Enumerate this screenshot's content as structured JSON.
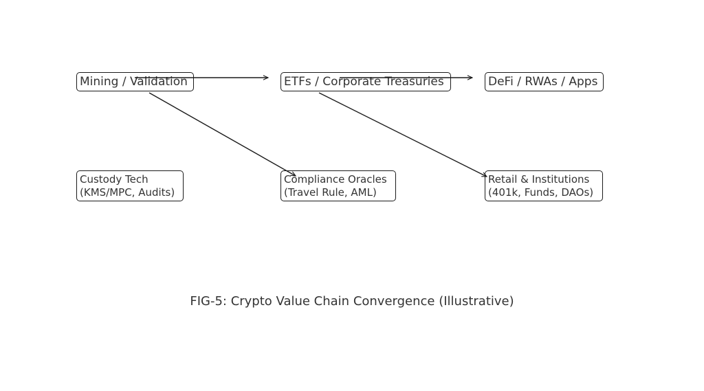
{
  "nodes": {
    "mining": {
      "label": "Mining / Validation"
    },
    "etfs": {
      "label": "ETFs / Corporate Treasuries"
    },
    "defi": {
      "label": "DeFi / RWAs / Apps"
    },
    "custody": {
      "line1": "Custody Tech",
      "line2": "(KMS/MPC, Audits)"
    },
    "compliance": {
      "line1": "Compliance Oracles",
      "line2": "(Travel Rule, AML)"
    },
    "retail": {
      "line1": "Retail & Institutions",
      "line2": "(401k, Funds, DAOs)"
    }
  },
  "edges": [
    {
      "from": "Mining / Validation",
      "to": "ETFs / Corporate Treasuries"
    },
    {
      "from": "ETFs / Corporate Treasuries",
      "to": "DeFi / RWAs / Apps"
    },
    {
      "from": "Mining / Validation",
      "to": "Compliance Oracles"
    },
    {
      "from": "ETFs / Corporate Treasuries",
      "to": "Retail & Institutions"
    }
  ],
  "colors": {
    "text": "#333333",
    "line": "#1a1a1a",
    "background": "#ffffff"
  },
  "caption": "FIG-5: Crypto Value Chain Convergence (Illustrative)"
}
